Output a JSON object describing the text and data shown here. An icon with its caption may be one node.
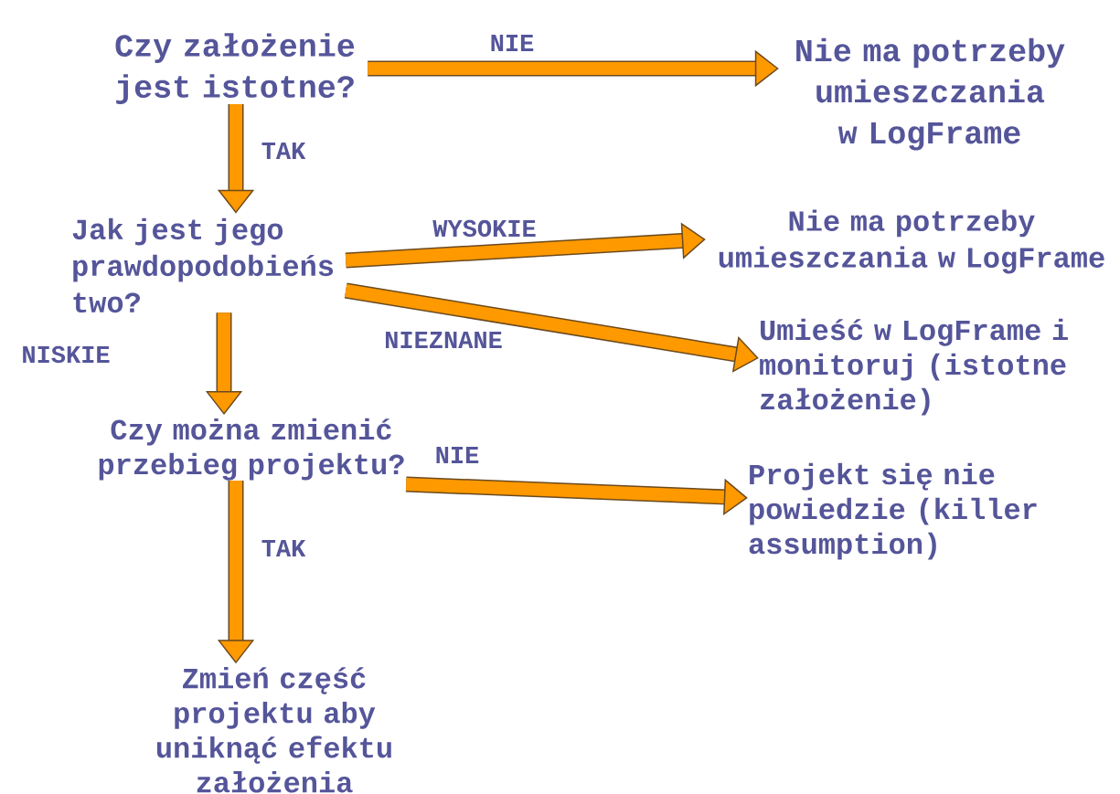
{
  "diagram": {
    "nodes": [
      {
        "text": [
          "Czy założenie jest istotne?"
        ]
      },
      {
        "text": [
          "Nie ma potrzeby umieszczania w LogFrame"
        ]
      },
      {
        "text": [
          "Jak jest jego prawdopodobieńs two?"
        ]
      },
      {
        "text": [
          "Nie ma potrzeby umieszczania w LogFrame"
        ]
      },
      {
        "text": [
          "Umieść w LogFrame i monitoruj (istotne założenie)"
        ]
      },
      {
        "text": [
          "Czy można zmienić przebieg projektu?"
        ]
      },
      {
        "text": [
          "Projekt się nie powiedzie (killer assumption)"
        ]
      },
      {
        "text": [
          "Zmień część projektu aby uniknąć efektu założenia"
        ]
      }
    ],
    "edges": [
      {
        "from": 0,
        "to": 1,
        "arrow": "to",
        "label": "NIE"
      },
      {
        "from": 0,
        "to": 2,
        "arrow": "to",
        "label": "TAK"
      },
      {
        "from": 2,
        "to": 3,
        "arrow": "to",
        "label": "WYSOKIE"
      },
      {
        "from": 2,
        "to": 4,
        "arrow": "to",
        "label": "NIEZNANE"
      },
      {
        "from": 2,
        "to": 5,
        "arrow": "to",
        "label": "NISKIE"
      },
      {
        "from": 5,
        "to": 6,
        "arrow": "to",
        "label": "NIE"
      },
      {
        "from": 5,
        "to": 7,
        "arrow": "to",
        "label": "TAK"
      }
    ]
  }
}
